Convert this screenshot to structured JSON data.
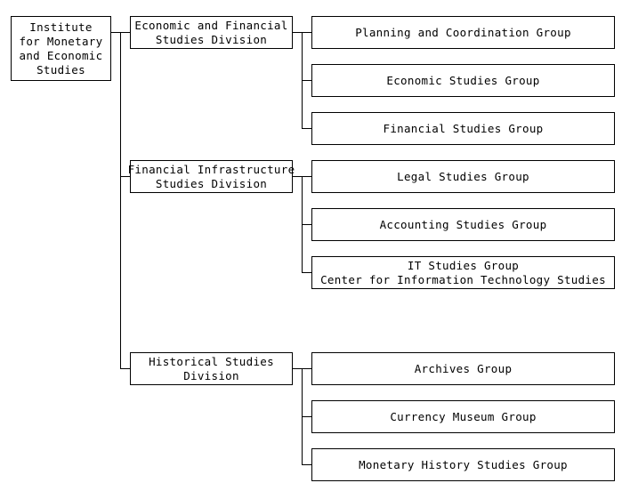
{
  "root": {
    "label": "Institute for Monetary and Economic Studies"
  },
  "divisions": [
    {
      "label_lines": [
        "Economic and Financial",
        "Studies Division"
      ]
    },
    {
      "label_lines": [
        "Financial Infrastructure",
        "Studies Division"
      ]
    },
    {
      "label_lines": [
        "Historical Studies",
        "Division"
      ]
    }
  ],
  "groups": [
    {
      "label_lines": [
        "Planning and Coordination Group"
      ]
    },
    {
      "label_lines": [
        "Economic Studies Group"
      ]
    },
    {
      "label_lines": [
        "Financial Studies Group"
      ]
    },
    {
      "label_lines": [
        "Legal Studies Group"
      ]
    },
    {
      "label_lines": [
        "Accounting Studies Group"
      ]
    },
    {
      "label_lines": [
        "IT Studies Group",
        "Center for Information Technology Studies"
      ]
    },
    {
      "label_lines": [
        "Archives Group"
      ]
    },
    {
      "label_lines": [
        "Currency Museum Group"
      ]
    },
    {
      "label_lines": [
        "Monetary History Studies Group"
      ]
    }
  ]
}
